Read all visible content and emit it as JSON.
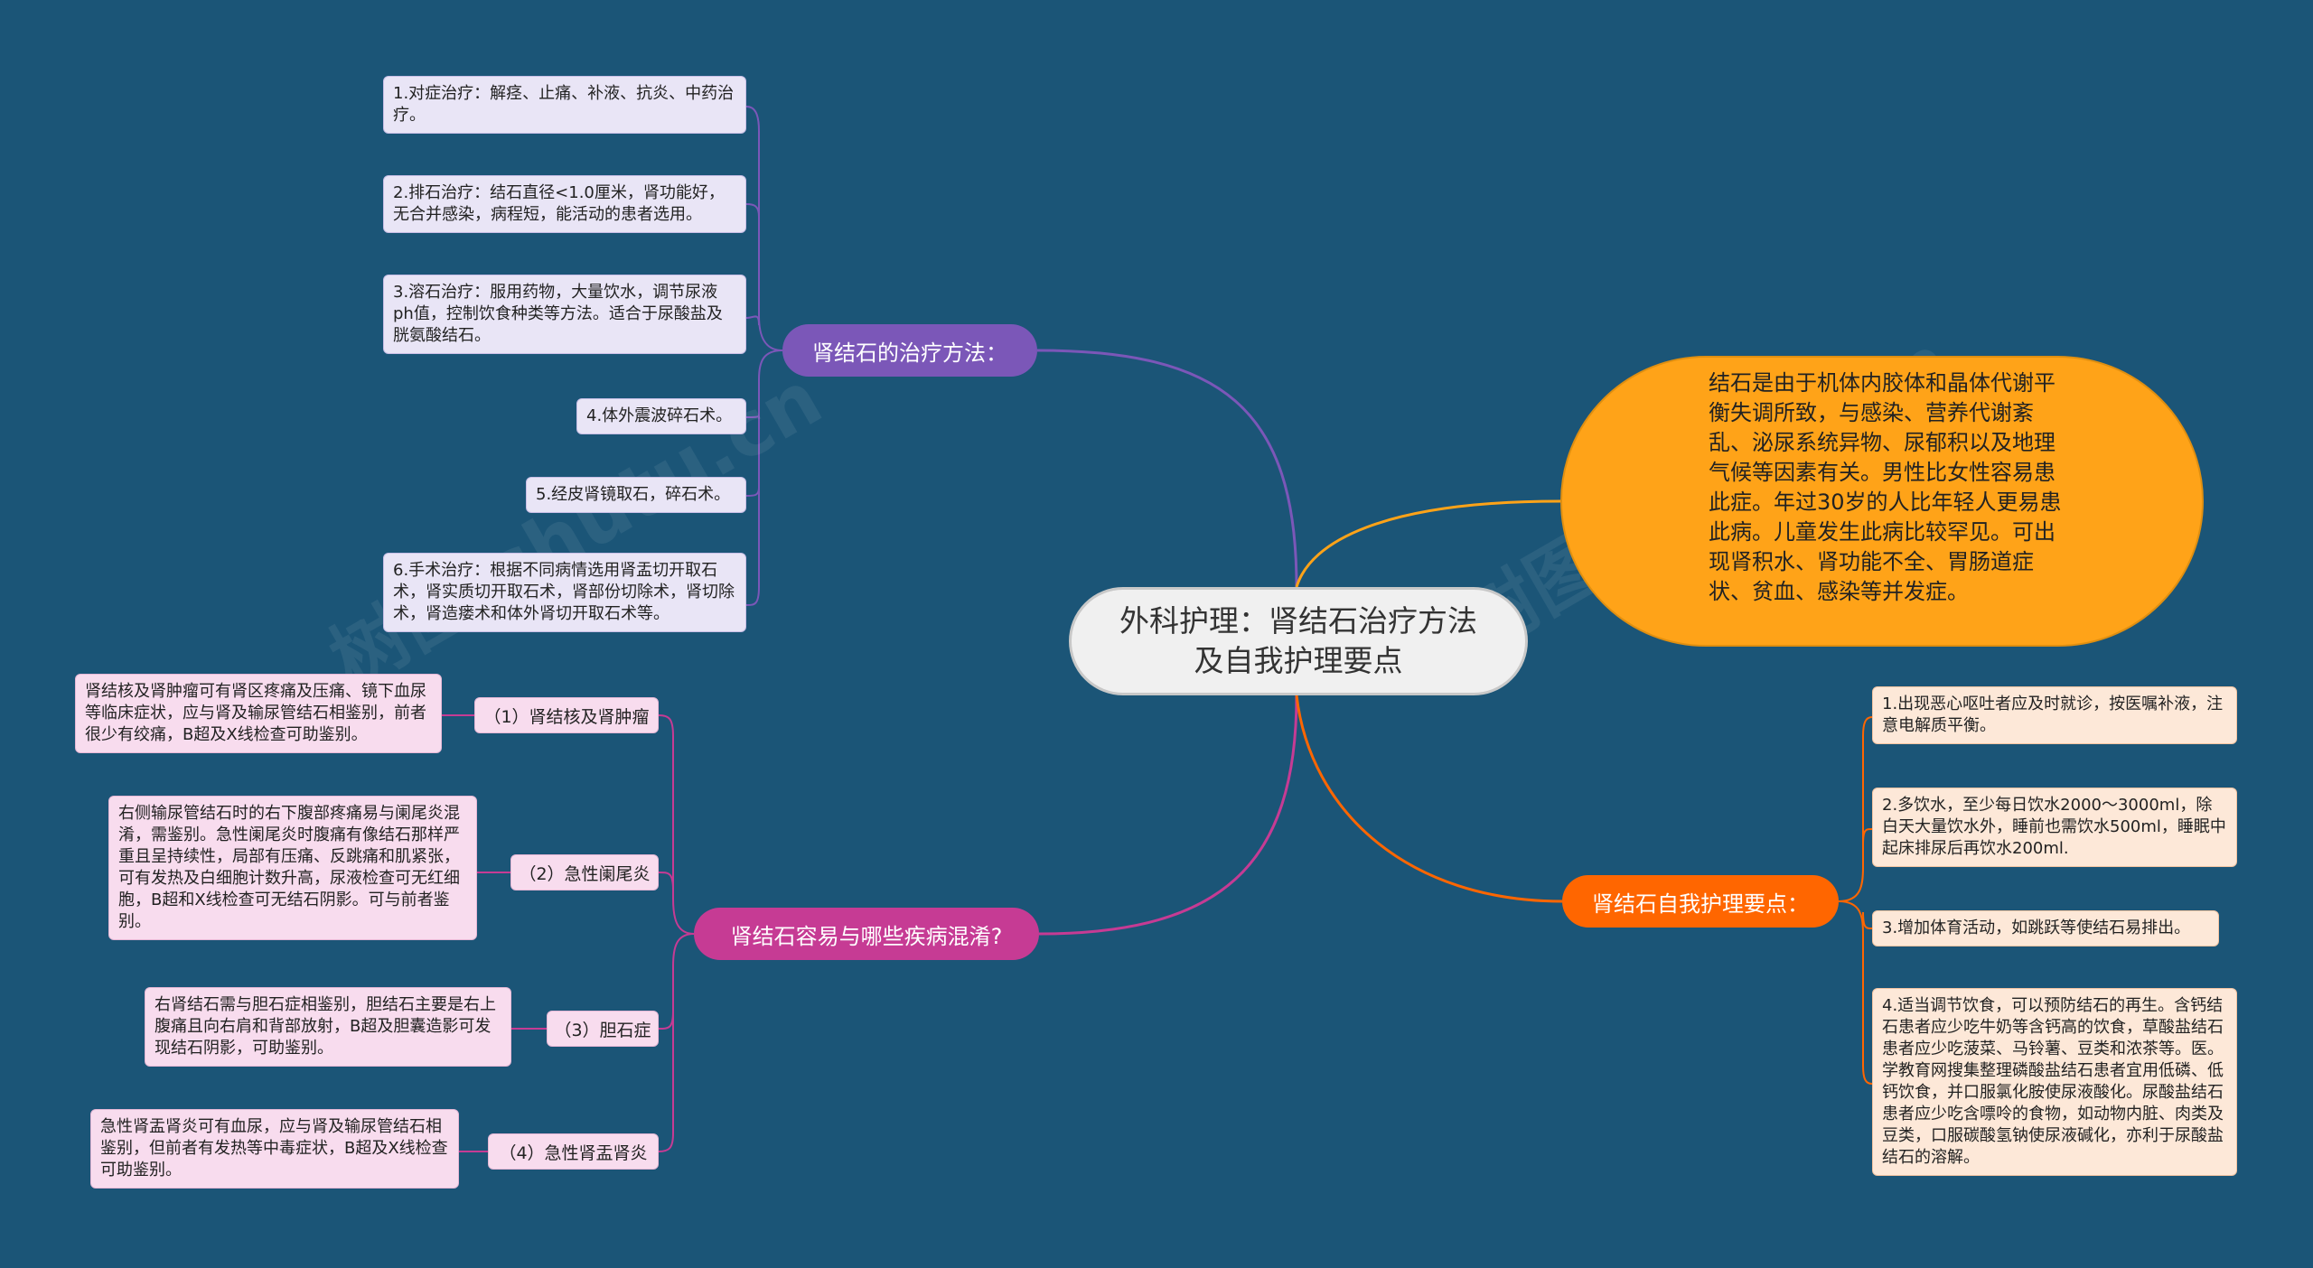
{
  "root": {
    "title": "外科护理：肾结石治疗方法及自我护理要点"
  },
  "colors": {
    "background": "#1b5577",
    "treatment": "#7b57b8",
    "confusion": "#c63b94",
    "self_care": "#ff6600",
    "summary": "#ffa318"
  },
  "summary": {
    "text": "结石是由于机体内胶体和晶体代谢平衡失调所致，与感染、营养代谢紊乱、泌尿系统异物、尿郁积以及地理气候等因素有关。男性比女性容易患此症。年过30岁的人比年轻人更易患此病。儿童发生此病比较罕见。可出现肾积水、肾功能不全、胃肠道症状、贫血、感染等并发症。"
  },
  "treatment": {
    "label": "肾结石的治疗方法：",
    "items": [
      "1.对症治疗：解痉、止痛、补液、抗炎、中药治疗。",
      "2.排石治疗：结石直径<1.0厘米，肾功能好，无合并感染，病程短，能活动的患者选用。",
      "3.溶石治疗：服用药物，大量饮水，调节尿液ph值，控制饮食种类等方法。适合于尿酸盐及胱氨酸结石。",
      "4.体外震波碎石术。",
      "5.经皮肾镜取石，碎石术。",
      "6.手术治疗：根据不同病情选用肾盂切开取石术，肾实质切开取石术，肾部份切除术，肾切除术，肾造瘘术和体外肾切开取石术等。"
    ]
  },
  "confusion": {
    "label": "肾结石容易与哪些疾病混淆?",
    "items": [
      {
        "name": "（1）肾结核及肾肿瘤",
        "detail": "肾结核及肾肿瘤可有肾区疼痛及压痛、镜下血尿等临床症状，应与肾及输尿管结石相鉴别，前者很少有绞痛，B超及X线检查可助鉴别。"
      },
      {
        "name": "（2）急性阑尾炎",
        "detail": "右侧输尿管结石时的右下腹部疼痛易与阑尾炎混淆，需鉴别。急性阑尾炎时腹痛有像结石那样严重且呈持续性，局部有压痛、反跳痛和肌紧张，可有发热及白细胞计数升高，尿液检查可无红细胞，B超和X线检查可无结石阴影。可与前者鉴别。"
      },
      {
        "name": "（3）胆石症",
        "detail": "右肾结石需与胆石症相鉴别，胆结石主要是右上腹痛且向右肩和背部放射，B超及胆囊造影可发现结石阴影，可助鉴别。"
      },
      {
        "name": "（4）急性肾盂肾炎",
        "detail": "急性肾盂肾炎可有血尿，应与肾及输尿管结石相鉴别，但前者有发热等中毒症状，B超及X线检查可助鉴别。"
      }
    ]
  },
  "self_care": {
    "label": "肾结石自我护理要点：",
    "items": [
      "1.出现恶心呕吐者应及时就诊，按医嘱补液，注意电解质平衡。",
      "2.多饮水，至少每日饮水2000～3000ml，除白天大量饮水外，睡前也需饮水500ml，睡眠中起床排尿后再饮水200ml.",
      "3.增加体育活动，如跳跃等使结石易排出。",
      "4.适当调节饮食，可以预防结石的再生。含钙结石患者应少吃牛奶等含钙高的饮食，草酸盐结石患者应少吃菠菜、马铃薯、豆类和浓茶等。医。学教育网搜集整理磷酸盐结石患者宜用低磷、低钙饮食，并口服氯化胺使尿液酸化。尿酸盐结石患者应少吃含嘌呤的食物，如动物内脏、肉类及豆类，口服碳酸氢钠使尿液碱化，亦利于尿酸盐结石的溶解。"
    ]
  },
  "watermark": "树图 shutu.cn"
}
